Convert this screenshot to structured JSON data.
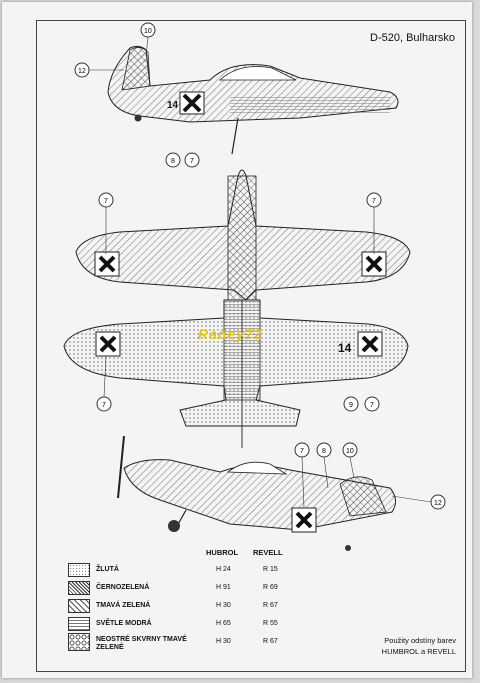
{
  "title": "D-520, Bulharsko",
  "watermark": "Radey72",
  "legend": {
    "header_hubrol": "HUBROL",
    "header_revell": "REVELL",
    "rows": [
      {
        "name": "ŽLUTÁ",
        "hubrol": "H 24",
        "revell": "R 15"
      },
      {
        "name": "ČERNOZELENÁ",
        "hubrol": "H 91",
        "revell": "R 69"
      },
      {
        "name": "TMAVÁ ZELENÁ",
        "hubrol": "H 30",
        "revell": "R 67"
      },
      {
        "name": "SVĚTLE MODRÁ",
        "hubrol": "H 65",
        "revell": "R 55"
      },
      {
        "name": "NEOSTRÉ SKVRNY TMAVÉ ZELENÉ",
        "hubrol": "H 30",
        "revell": "R 67"
      }
    ]
  },
  "note_line1": "Použity odstíny barev",
  "note_line2": "HUMBROL a REVELL",
  "markings": {
    "number": "14"
  },
  "callouts": [
    "10",
    "12",
    "8",
    "7",
    "7",
    "7",
    "7",
    "9",
    "7",
    "7",
    "8",
    "10",
    "12"
  ]
}
